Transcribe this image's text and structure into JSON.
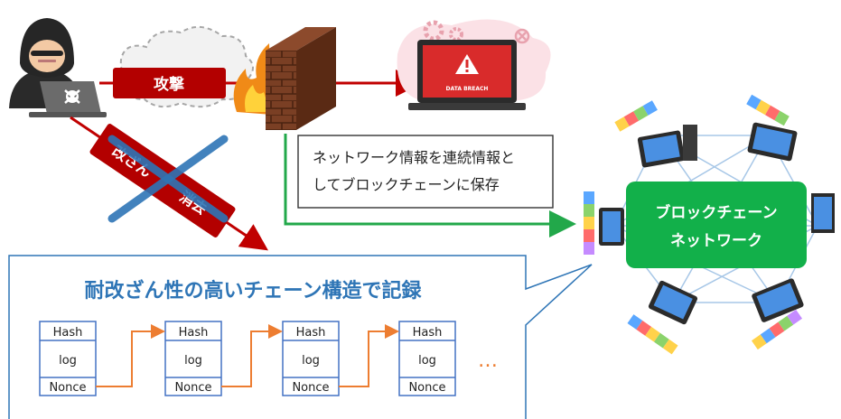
{
  "attack": {
    "label": "攻撃"
  },
  "breach": {
    "screen_text": "DATA BREACH"
  },
  "tamper": {
    "part1": "改ざん",
    "part2": "消去"
  },
  "network_note": {
    "line1": "ネットワーク情報を連続情報と",
    "line2": "してブロックチェーンに保存"
  },
  "blockchain_network": {
    "line1": "ブロックチェーン",
    "line2": "ネットワーク"
  },
  "chain_panel": {
    "title": "耐改ざん性の高いチェーン構造で記録",
    "blocks": [
      {
        "hash": "Hash",
        "log": "log",
        "nonce": "Nonce"
      },
      {
        "hash": "Hash",
        "log": "log",
        "nonce": "Nonce"
      },
      {
        "hash": "Hash",
        "log": "log",
        "nonce": "Nonce"
      },
      {
        "hash": "Hash",
        "log": "log",
        "nonce": "Nonce"
      }
    ],
    "ellipsis": "…"
  },
  "colors": {
    "attack_red": "#c00000",
    "accent_blue": "#2e75b6",
    "arrow_green": "#22a84a",
    "chain_orange": "#ed7d31",
    "network_green": "#12b04a"
  }
}
